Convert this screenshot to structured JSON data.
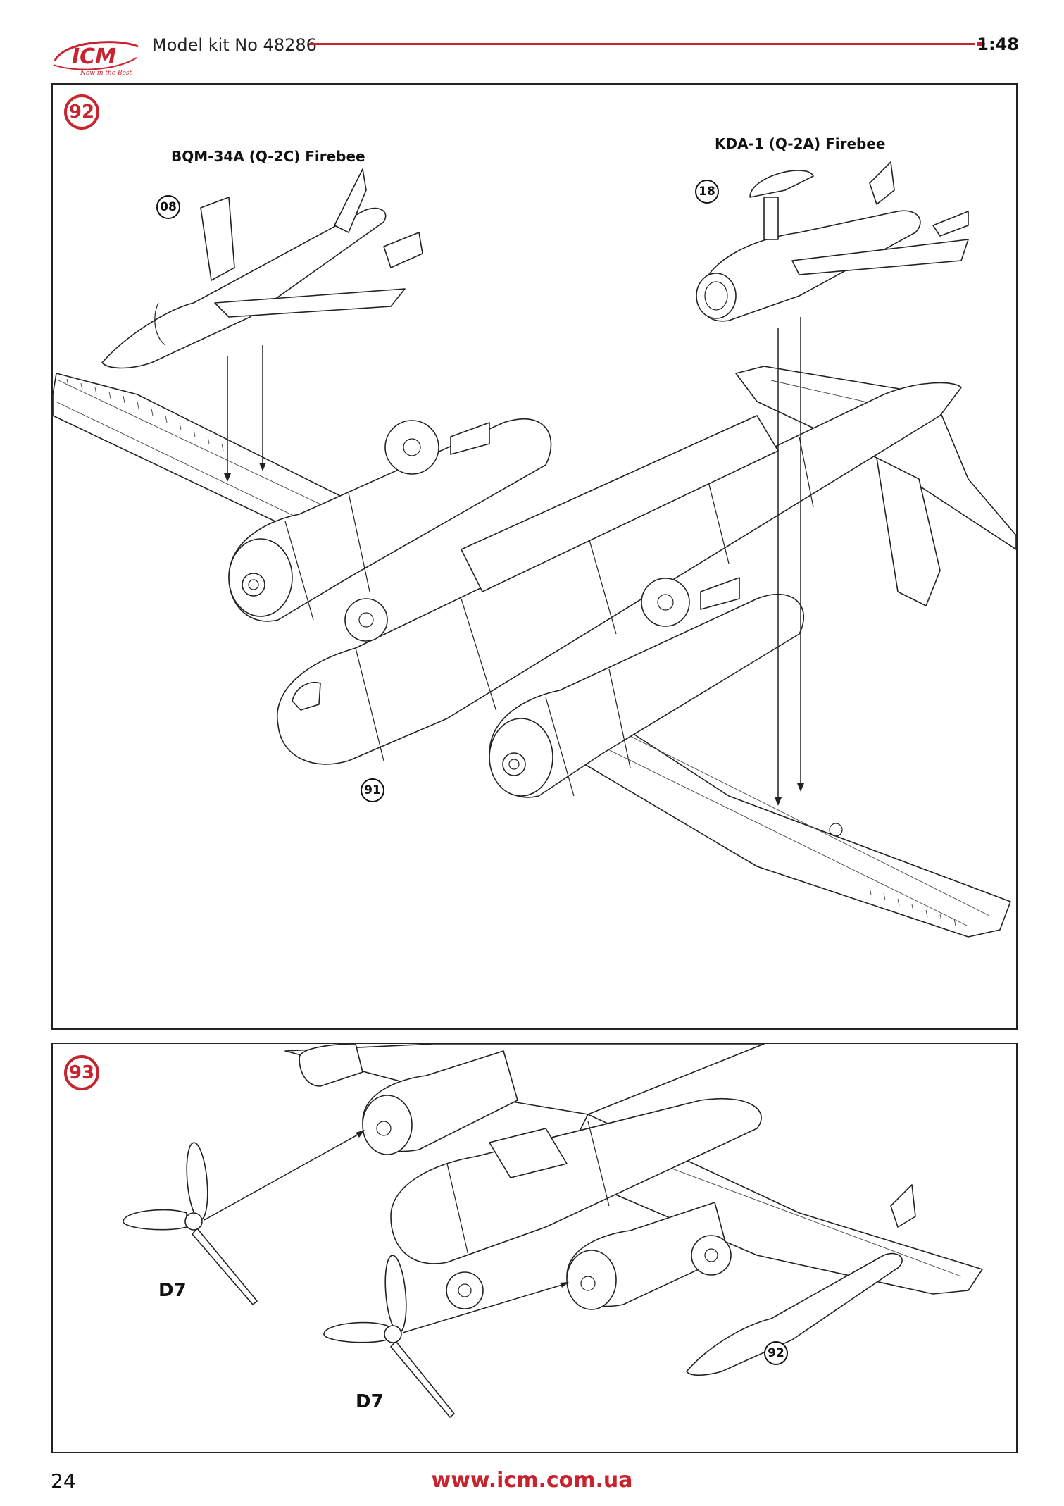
{
  "header": {
    "logo_text": "ICM",
    "logo_tagline": "Now in the Best",
    "kit_title": "Model kit No 48286",
    "scale": "1:48"
  },
  "steps": [
    {
      "number": "92",
      "drone_left_label": "BQM-34A (Q-2C) Firebee",
      "drone_left_ref": "08",
      "drone_right_label": "KDA-1 (Q-2A) Firebee",
      "drone_right_ref": "18",
      "aircraft_ref": "91"
    },
    {
      "number": "93",
      "propeller_part_1": "D7",
      "propeller_part_2": "D7",
      "aircraft_ref": "92"
    }
  ],
  "footer": {
    "page_number": "24",
    "website": "www.icm.com.ua"
  },
  "colors": {
    "brand_red": "#c8242f",
    "line": "#222222"
  }
}
